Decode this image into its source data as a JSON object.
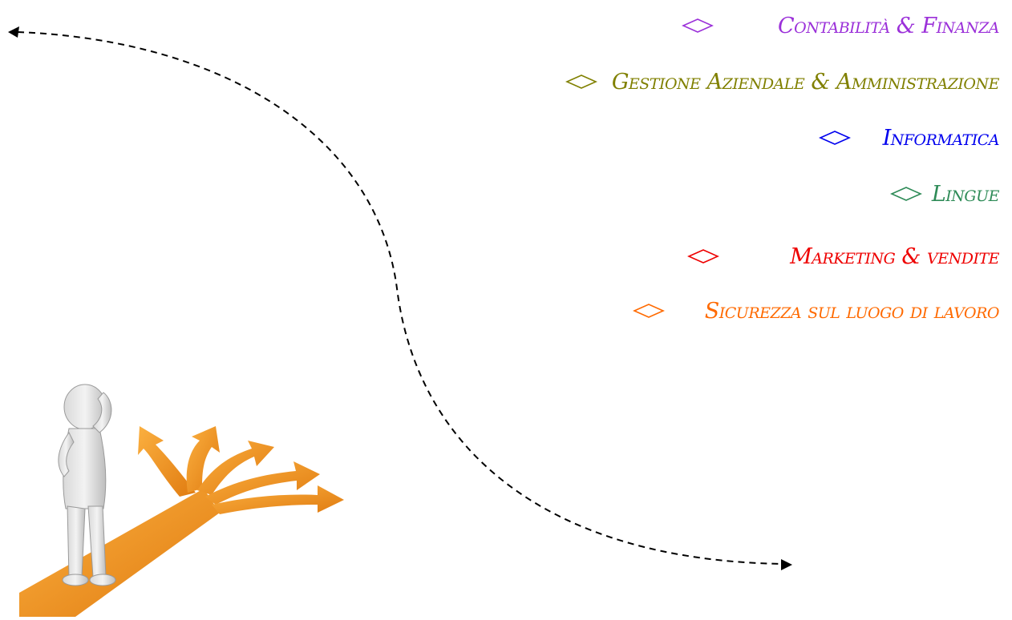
{
  "menu": {
    "items": [
      {
        "label": "Contabilità & Finanza",
        "color": "#9b30d9",
        "icon": "diamond-outline-icon"
      },
      {
        "label": "Gestione Aziendale & Amministrazione",
        "color": "#808000",
        "icon": "diamond-outline-icon"
      },
      {
        "label": "Informatica",
        "color": "#0000ee",
        "icon": "diamond-outline-icon"
      },
      {
        "label": "Lingue",
        "color": "#2e8b57",
        "icon": "diamond-outline-icon"
      },
      {
        "label": "Marketing & vendite",
        "color": "#ee0000",
        "icon": "diamond-outline-icon"
      },
      {
        "label": "Sicurezza sul luogo di lavoro",
        "color": "#ff6a00",
        "icon": "diamond-outline-icon"
      }
    ]
  },
  "illustration": {
    "subject": "thinking-person-at-crossroads-icon",
    "arrow_color": "#f59a1c",
    "arc_color": "#000000"
  }
}
